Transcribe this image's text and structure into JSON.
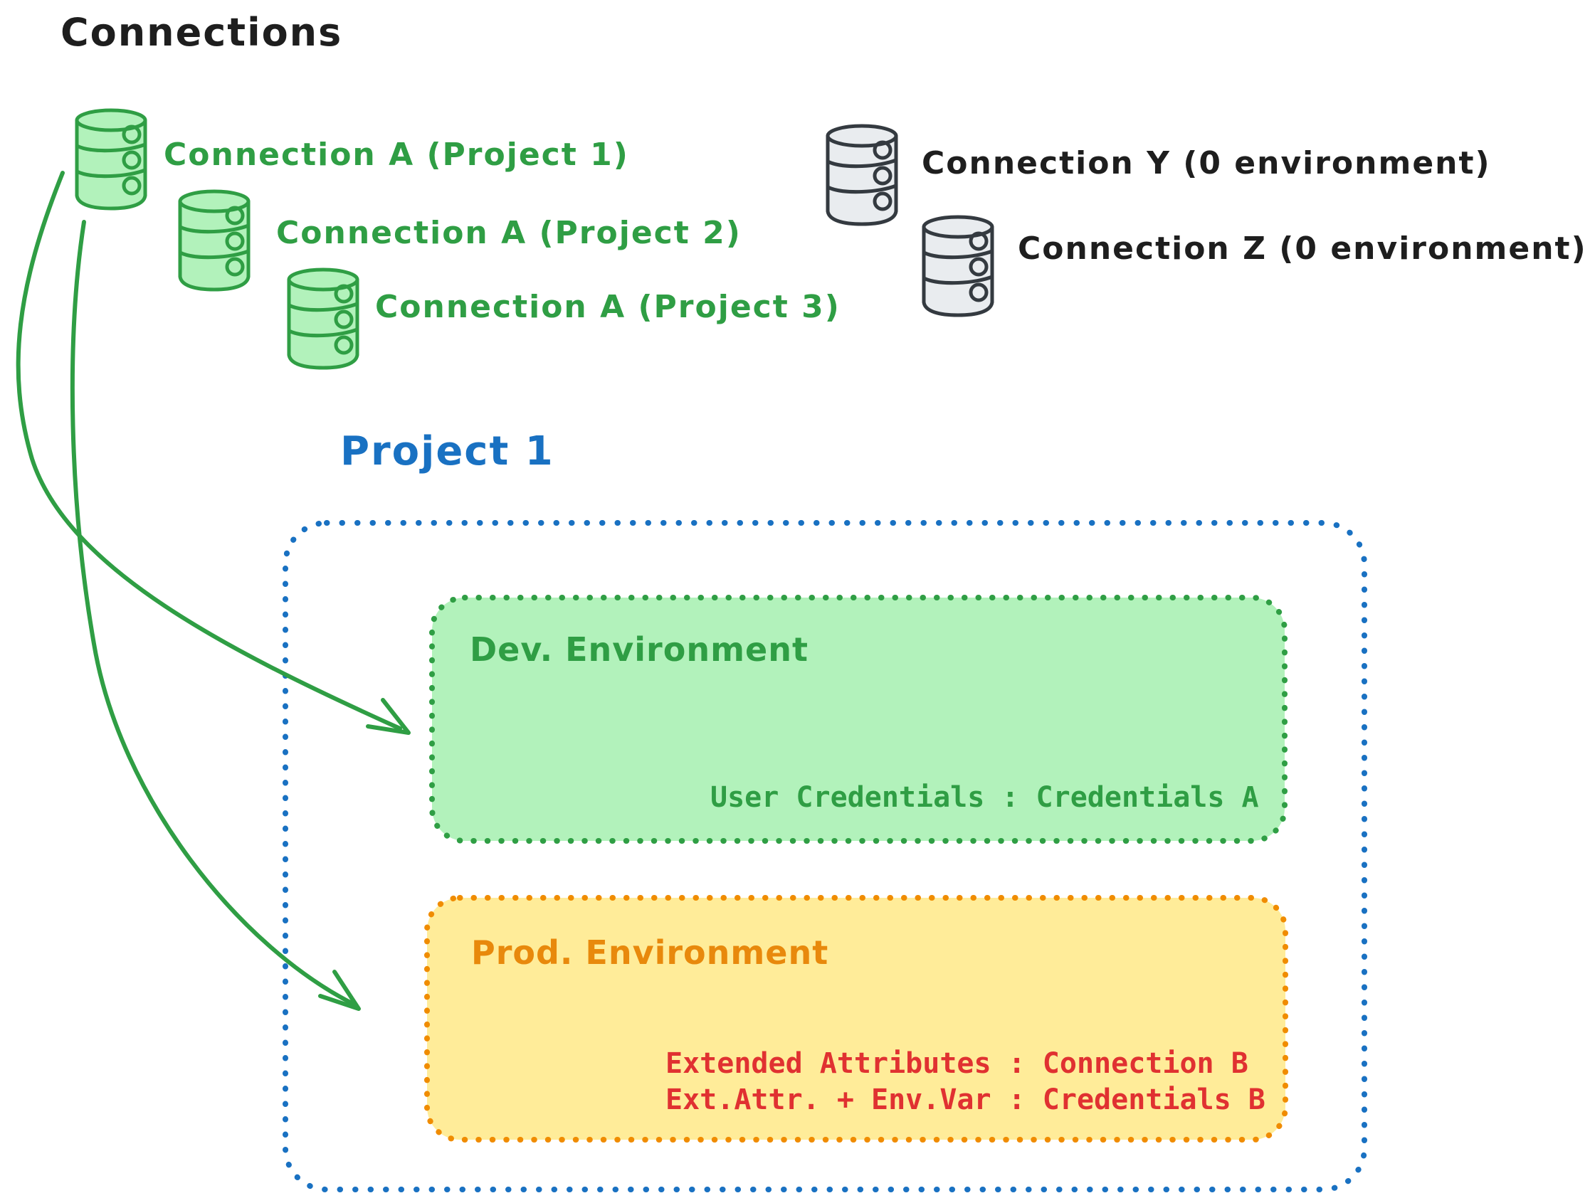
{
  "title": "Connections",
  "green_connections": [
    {
      "label": "Connection A (Project 1)"
    },
    {
      "label": "Connection A (Project 2)"
    },
    {
      "label": "Connection A (Project 3)"
    }
  ],
  "gray_connections": [
    {
      "label": "Connection Y (0 environment)"
    },
    {
      "label": "Connection Z (0 environment)"
    }
  ],
  "project": {
    "title": "Project 1",
    "environments": [
      {
        "name": "Dev. Environment",
        "mappings": [
          "User Credentials : Credentials A"
        ]
      },
      {
        "name": "Prod. Environment",
        "mappings": [
          "Extended Attributes : Connection B",
          "Ext.Attr. + Env.Var : Credentials B"
        ]
      }
    ]
  },
  "colors": {
    "black": "#1e1e1e",
    "green": "#2f9e44",
    "green_fill": "#b2f2bb",
    "blue": "#1971c2",
    "orange": "#f08c00",
    "orange_text": "#e8890c",
    "yellow_fill": "#ffec99",
    "red": "#e03131",
    "gray_fill": "#e9ecef",
    "gray_stroke": "#343a40"
  }
}
